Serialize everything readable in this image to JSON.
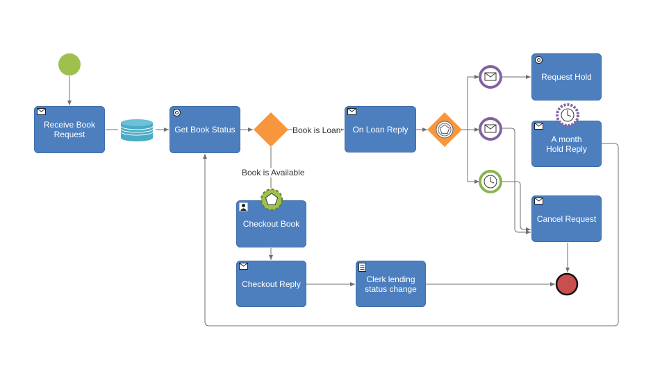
{
  "colors": {
    "task": "#4d7fbf",
    "start_event": "#9fc04f",
    "end_event": "#c94f4f",
    "gateway": "#f7963c",
    "intermediate_message": "#8064a2",
    "timer": "#8ab44f",
    "data_store": "#4bacc6",
    "flow": "#6f6f6f"
  },
  "tasks": {
    "receive_book_request": {
      "label": "Receive Book\nRequest",
      "icon": "envelope-icon"
    },
    "get_book_status": {
      "label": "Get Book Status",
      "icon": "gear-icon"
    },
    "on_loan_reply": {
      "label": "On Loan Reply",
      "icon": "envelope-icon"
    },
    "request_hold": {
      "label": "Request Hold",
      "icon": "gear-icon"
    },
    "month_hold_reply": {
      "label": "A month\nHold Reply",
      "icon": "envelope-icon"
    },
    "cancel_request": {
      "label": "Cancel Request",
      "icon": "envelope-icon"
    },
    "checkout_book": {
      "label": "Checkout Book",
      "icon": "user-icon"
    },
    "checkout_reply": {
      "label": "Checkout Reply",
      "icon": "envelope-icon"
    },
    "clerk_lending": {
      "label": "Clerk lending\nstatus change",
      "icon": "script-icon"
    }
  },
  "flow_labels": {
    "book_is_loan": "Book is Loan",
    "book_is_available": "Book is Available"
  }
}
